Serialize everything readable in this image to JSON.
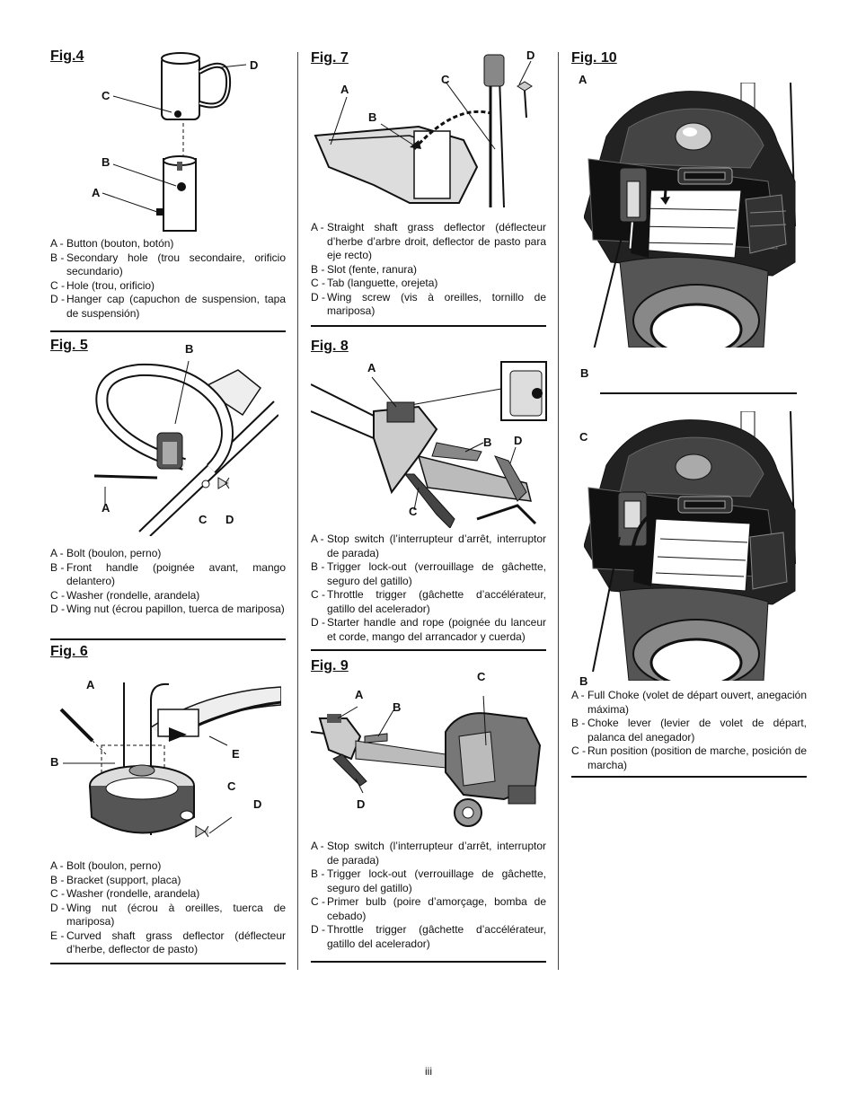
{
  "fig4": {
    "title": "Fig.4",
    "callouts": {
      "a": "A",
      "b": "B",
      "c": "C",
      "d": "D"
    },
    "legend": [
      {
        "key": "A -",
        "text": "Button (bouton, botón)"
      },
      {
        "key": "B -",
        "text": "Secondary hole (trou secondaire, orificio secundario)"
      },
      {
        "key": "C -",
        "text": "Hole (trou, orificio)"
      },
      {
        "key": "D -",
        "text": "Hanger cap (capuchon de suspension, tapa de suspensión)"
      }
    ]
  },
  "fig5": {
    "title": "Fig. 5",
    "callouts": {
      "a": "A",
      "b": "B",
      "c": "C",
      "d": "D"
    },
    "legend": [
      {
        "key": "A -",
        "text": "Bolt (boulon, perno)"
      },
      {
        "key": "B -",
        "text": "Front handle (poignée avant, mango delantero)"
      },
      {
        "key": "C -",
        "text": "Washer (rondelle, arandela)"
      },
      {
        "key": "D -",
        "text": "Wing nut (écrou papillon, tuerca de mariposa)"
      }
    ]
  },
  "fig6": {
    "title": "Fig. 6",
    "callouts": {
      "a": "A",
      "b": "B",
      "c": "C",
      "d": "D",
      "e": "E"
    },
    "legend": [
      {
        "key": "A -",
        "text": "Bolt (boulon, perno)"
      },
      {
        "key": "B -",
        "text": "Bracket (support, placa)"
      },
      {
        "key": "C -",
        "text": "Washer (rondelle, arandela)"
      },
      {
        "key": "D -",
        "text": "Wing nut (écrou à oreilles, tuerca de mariposa)"
      },
      {
        "key": "E -",
        "text": "Curved shaft grass deflector (déflecteur d’herbe, deflector de pasto)"
      }
    ]
  },
  "fig7": {
    "title": "Fig. 7",
    "callouts": {
      "a": "A",
      "b": "B",
      "c": "C",
      "d": "D"
    },
    "legend": [
      {
        "key": "A -",
        "text": "Straight shaft grass deflector (déflecteur d’herbe d’arbre droit, deflector de pasto para eje recto)"
      },
      {
        "key": "B -",
        "text": "Slot (fente, ranura)"
      },
      {
        "key": "C -",
        "text": "Tab (languette, orejeta)"
      },
      {
        "key": "D -",
        "text": "Wing screw (vis à oreilles, tornillo de mariposa)"
      }
    ]
  },
  "fig8": {
    "title": "Fig. 8",
    "callouts": {
      "a": "A",
      "b": "B",
      "c": "C",
      "d": "D"
    },
    "legend": [
      {
        "key": "A -",
        "text": "Stop switch (l’interrupteur d’arrêt, interruptor de parada)"
      },
      {
        "key": "B -",
        "text": "Trigger lock-out (verrouillage de gâchette, seguro del gatillo)"
      },
      {
        "key": "C -",
        "text": "Throttle trigger (gâchette d’accélérateur, gatillo del acelerador)"
      },
      {
        "key": "D -",
        "text": "Starter handle and rope (poignée du lanceur et corde, mango del arrancador y cuerda)"
      }
    ]
  },
  "fig9": {
    "title": "Fig. 9",
    "callouts": {
      "a": "A",
      "b": "B",
      "c": "C",
      "d": "D"
    },
    "legend": [
      {
        "key": "A -",
        "text": "Stop switch (l’interrupteur d’arrêt, interruptor de parada)"
      },
      {
        "key": "B -",
        "text": "Trigger lock-out (verrouillage de gâchette, seguro del gatillo)"
      },
      {
        "key": "C -",
        "text": "Primer bulb (poire d’amorçage, bomba de cebado)"
      },
      {
        "key": "D -",
        "text": "Throttle trigger (gâchette d’accélérateur, gatillo del acelerador)"
      }
    ]
  },
  "fig10": {
    "title": "Fig. 10",
    "callouts": {
      "a": "A",
      "b1": "B",
      "c": "C",
      "b2": "B"
    },
    "legend": [
      {
        "key": "A -",
        "text": "Full Choke (volet de départ ouvert, anegación máxima)"
      },
      {
        "key": "B -",
        "text": "Choke lever (levier de volet de départ, palanca del anegador)"
      },
      {
        "key": "C -",
        "text": "Run position (position de marche, posición de marcha)"
      }
    ]
  },
  "page_number": "iii"
}
